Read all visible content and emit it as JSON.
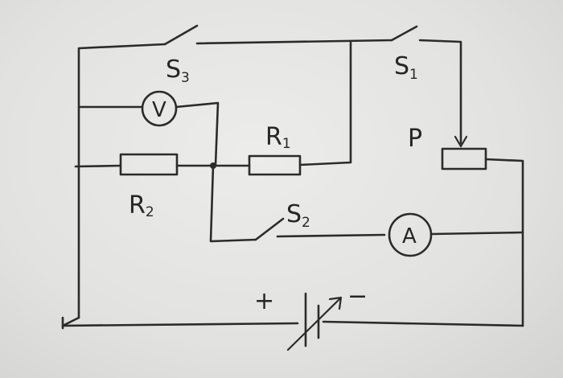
{
  "labels": {
    "s3": {
      "main": "S",
      "sub": "3"
    },
    "s1": {
      "main": "S",
      "sub": "1"
    },
    "s2": {
      "main": "S",
      "sub": "2"
    },
    "r1": {
      "main": "R",
      "sub": "1"
    },
    "r2": {
      "main": "R",
      "sub": "2"
    },
    "p": "P",
    "voltmeter": "V",
    "ammeter": "A",
    "battery_plus": "+",
    "battery_minus": "−"
  }
}
